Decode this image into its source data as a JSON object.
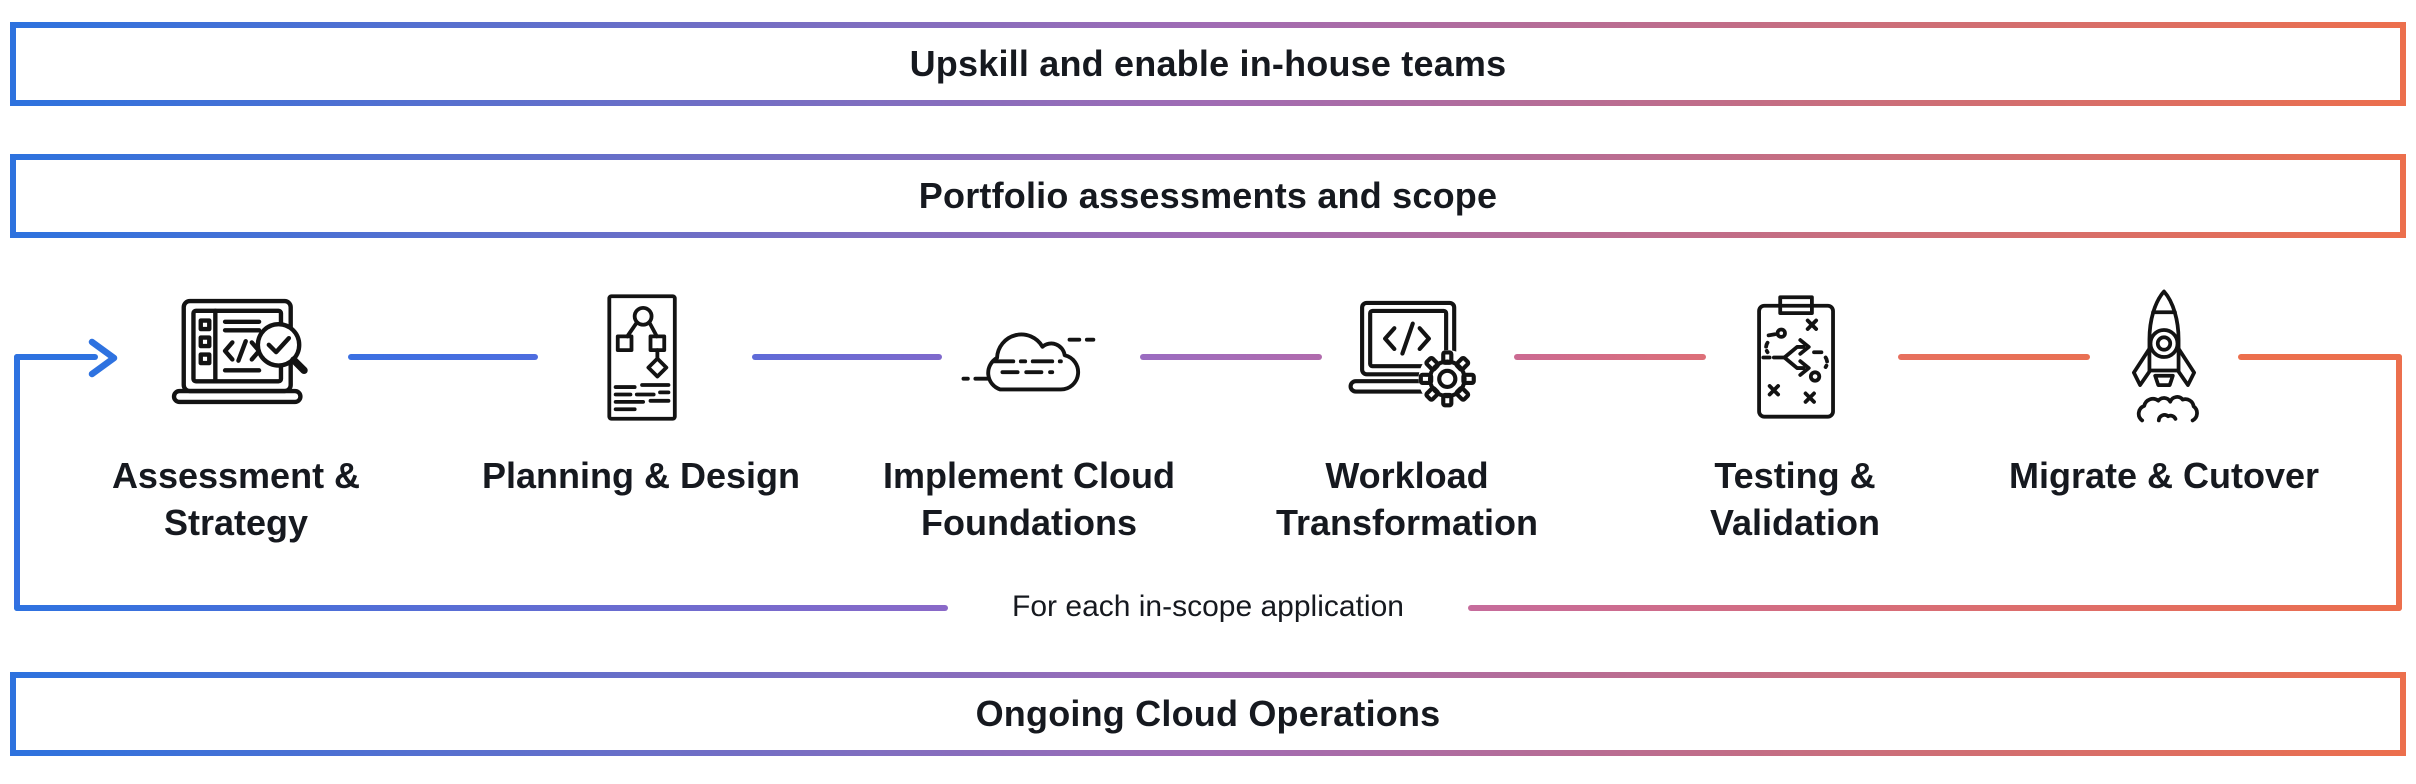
{
  "banners": [
    {
      "id": "upskill",
      "label": "Upskill and enable in-house teams"
    },
    {
      "id": "portfolio",
      "label": "Portfolio assessments and scope"
    },
    {
      "id": "operations",
      "label": "Ongoing Cloud Operations"
    }
  ],
  "steps": [
    {
      "label": "Assessment & Strategy",
      "icon": "laptop-code-magnifier-icon"
    },
    {
      "label": "Planning & Design",
      "icon": "document-flowchart-icon"
    },
    {
      "label": "Implement Cloud Foundations",
      "icon": "cloud-icon"
    },
    {
      "label": "Workload Transformation",
      "icon": "laptop-code-gear-icon"
    },
    {
      "label": "Testing & Validation",
      "icon": "clipboard-strategy-icon"
    },
    {
      "label": "Migrate & Cutover",
      "icon": "rocket-launch-icon"
    }
  ],
  "loop": {
    "label": "For each in-scope application"
  },
  "colors": {
    "gradient_start": "#2E72DE",
    "gradient_mid": "#A06CB4",
    "gradient_end": "#EC6F4D",
    "text": "#16191F",
    "icon_stroke": "#131313",
    "background": "#FFFFFF"
  }
}
